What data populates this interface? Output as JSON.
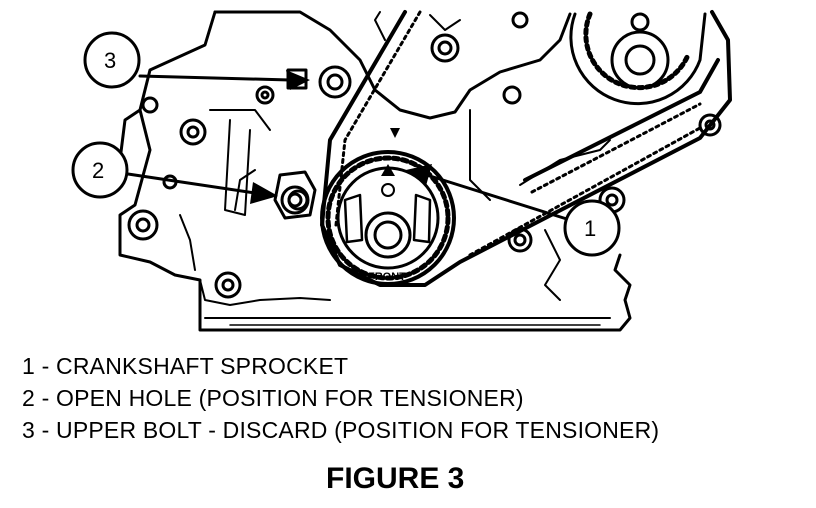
{
  "diagram": {
    "callouts": [
      {
        "number": "1",
        "target": "crankshaft sprocket"
      },
      {
        "number": "2",
        "target": "open hole"
      },
      {
        "number": "3",
        "target": "upper bolt"
      }
    ],
    "sprocket_label": "FRONT"
  },
  "legend": {
    "items": [
      "1 - CRANKSHAFT SPROCKET",
      "2 - OPEN HOLE (POSITION FOR TENSIONER)",
      "3 - UPPER BOLT - DISCARD (POSITION FOR TENSIONER)"
    ]
  },
  "caption": "FIGURE 3",
  "colors": {
    "ink": "#000000",
    "paper": "#ffffff"
  }
}
